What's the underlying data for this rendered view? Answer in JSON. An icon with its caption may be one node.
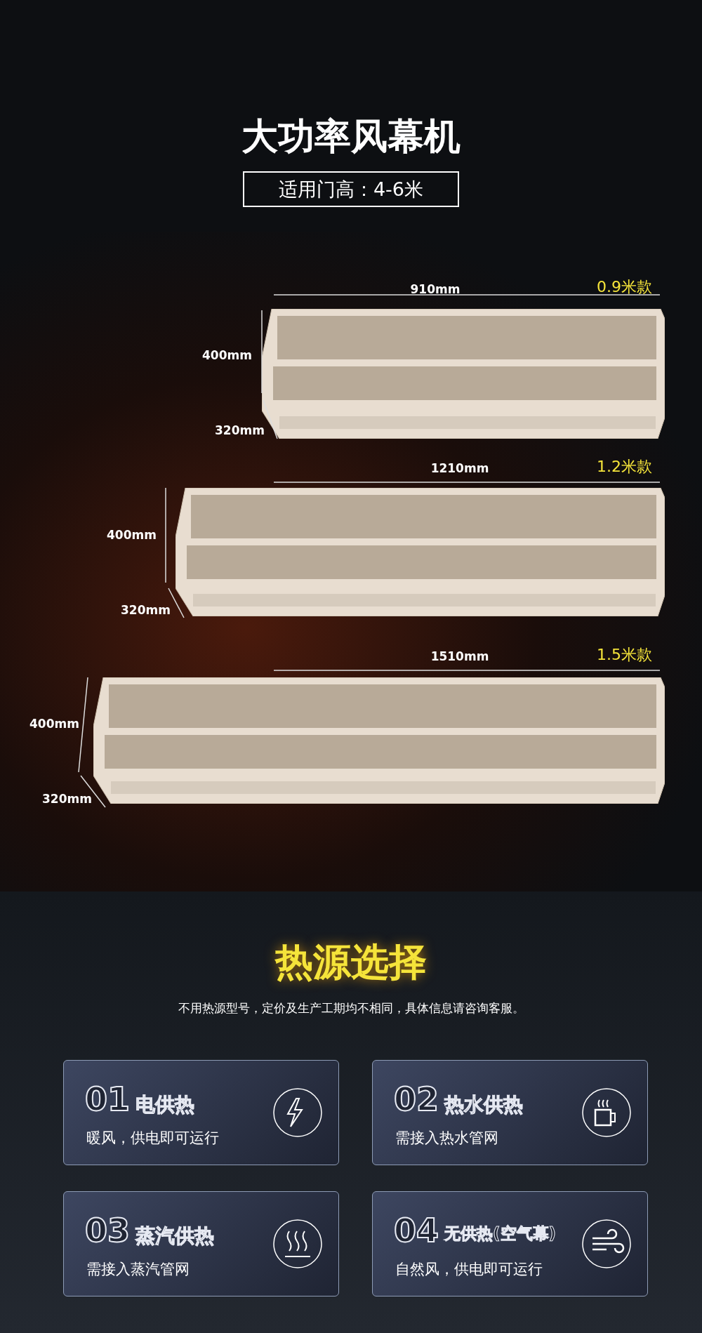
{
  "diagram": {
    "title": "大功率风幕机",
    "nodes": [
      {
        "text": [
          "适用门高：4-6米"
        ]
      },
      {
        "text": [
          "01",
          "电供热",
          "暖风，供电即可运行"
        ]
      },
      {
        "text": [
          "02",
          "热水供热",
          "需接入热水管网"
        ]
      },
      {
        "text": [
          "03",
          "蒸汽供热",
          "需接入蒸汽管网"
        ]
      },
      {
        "text": [
          "04",
          "无供热(空气幕)",
          "自然风，供电即可运行"
        ]
      }
    ],
    "labels": [
      "910mm",
      "0.9米款",
      "400mm",
      "320mm",
      "1210mm",
      "1.2米款",
      "400mm",
      "320mm",
      "1510mm",
      "1.5米款",
      "400mm",
      "320mm",
      "热源选择",
      "不用热源型号，定价及生产工期均不相同，具体信息请咨询客服。"
    ]
  }
}
